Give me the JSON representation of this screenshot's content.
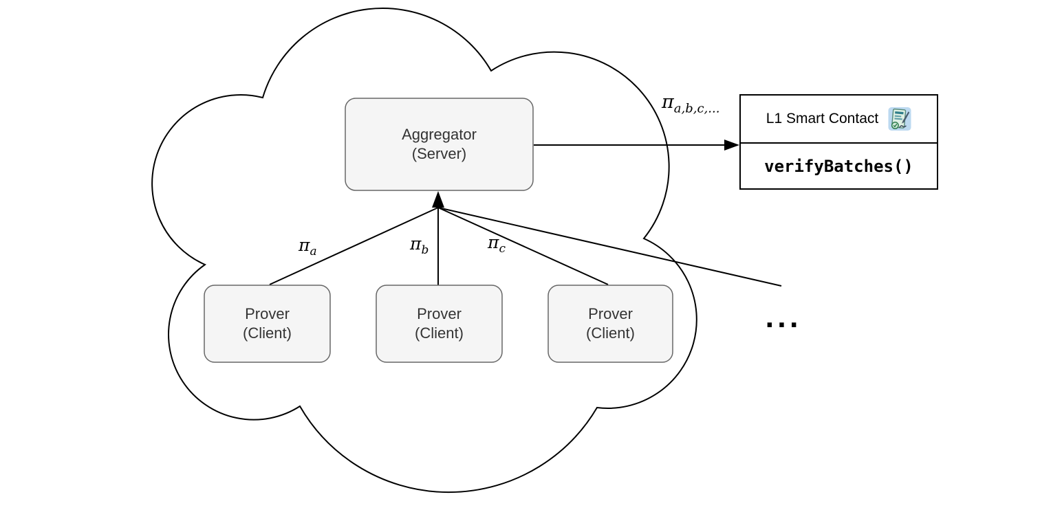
{
  "diagram": {
    "background": "#ffffff",
    "line_color": "#000000",
    "node_fill": "#f5f5f5",
    "node_border": "#666666",
    "node_text_color": "#333333"
  },
  "nodes": {
    "aggregator": {
      "line1": "Aggregator",
      "line2": "(Server)"
    },
    "prover_a": {
      "line1": "Prover",
      "line2": "(Client)"
    },
    "prover_b": {
      "line1": "Prover",
      "line2": "(Client)"
    },
    "prover_c": {
      "line1": "Prover",
      "line2": "(Client)"
    },
    "l1_contract": {
      "title": "L1 Smart Contact",
      "icon": "signed-contract-icon",
      "method": "verifyBatches()"
    }
  },
  "edges": {
    "pi_a": {
      "base": "π",
      "sub": "a"
    },
    "pi_b": {
      "base": "π",
      "sub": "b"
    },
    "pi_c": {
      "base": "π",
      "sub": "c"
    },
    "pi_batch": {
      "base": "π",
      "sub": "a,b,c,..."
    }
  },
  "ellipsis": "..."
}
